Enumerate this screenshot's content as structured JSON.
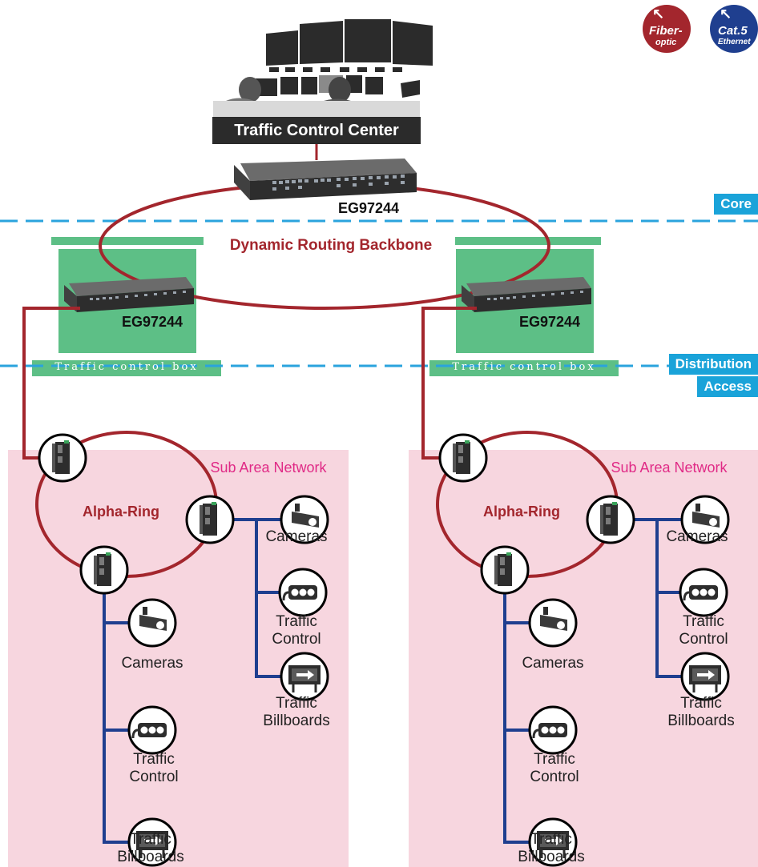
{
  "legend": {
    "fiber": {
      "line1": "Fiber-",
      "line2": "optic",
      "color": "#a3262d"
    },
    "cat5": {
      "line1": "Cat.5",
      "line2": "Ethernet",
      "color": "#1f3f8f"
    }
  },
  "control_center": {
    "label": "Traffic Control Center"
  },
  "tiers": {
    "core": "Core",
    "distribution": "Distribution",
    "access": "Access"
  },
  "core_switch": {
    "label": "EG97244"
  },
  "backbone": {
    "label": "Dynamic Routing Backbone"
  },
  "distribution": [
    {
      "switch_label": "EG97244",
      "cabinet_label": "Traffic control box"
    },
    {
      "switch_label": "EG97244",
      "cabinet_label": "Traffic control box"
    }
  ],
  "sub_areas": [
    {
      "title": "Sub Area Network",
      "ring_label": "Alpha-Ring",
      "right_branch": [
        {
          "icon": "camera-icon",
          "label": "Cameras"
        },
        {
          "icon": "traffic-light-icon",
          "label": "Traffic\nControl"
        },
        {
          "icon": "billboard-icon",
          "label": "Traffic\nBillboards"
        }
      ],
      "bottom_branch": [
        {
          "icon": "camera-icon",
          "label": "Cameras"
        },
        {
          "icon": "traffic-light-icon",
          "label": "Traffic\nControl"
        },
        {
          "icon": "billboard-icon",
          "label": "Traffic\nBillboards"
        }
      ]
    },
    {
      "title": "Sub Area Network",
      "ring_label": "Alpha-Ring",
      "right_branch": [
        {
          "icon": "camera-icon",
          "label": "Cameras"
        },
        {
          "icon": "traffic-light-icon",
          "label": "Traffic\nControl"
        },
        {
          "icon": "billboard-icon",
          "label": "Traffic\nBillboards"
        }
      ],
      "bottom_branch": [
        {
          "icon": "camera-icon",
          "label": "Cameras"
        },
        {
          "icon": "traffic-light-icon",
          "label": "Traffic\nControl"
        },
        {
          "icon": "billboard-icon",
          "label": "Traffic\nBillboards"
        }
      ]
    }
  ],
  "colors": {
    "fiber": "#a3262d",
    "ethernet": "#1f3f8f",
    "tier_divider": "#2aa3dd",
    "sub_area_bg": "#f7d6df",
    "cabinet": "#5dbf86"
  }
}
